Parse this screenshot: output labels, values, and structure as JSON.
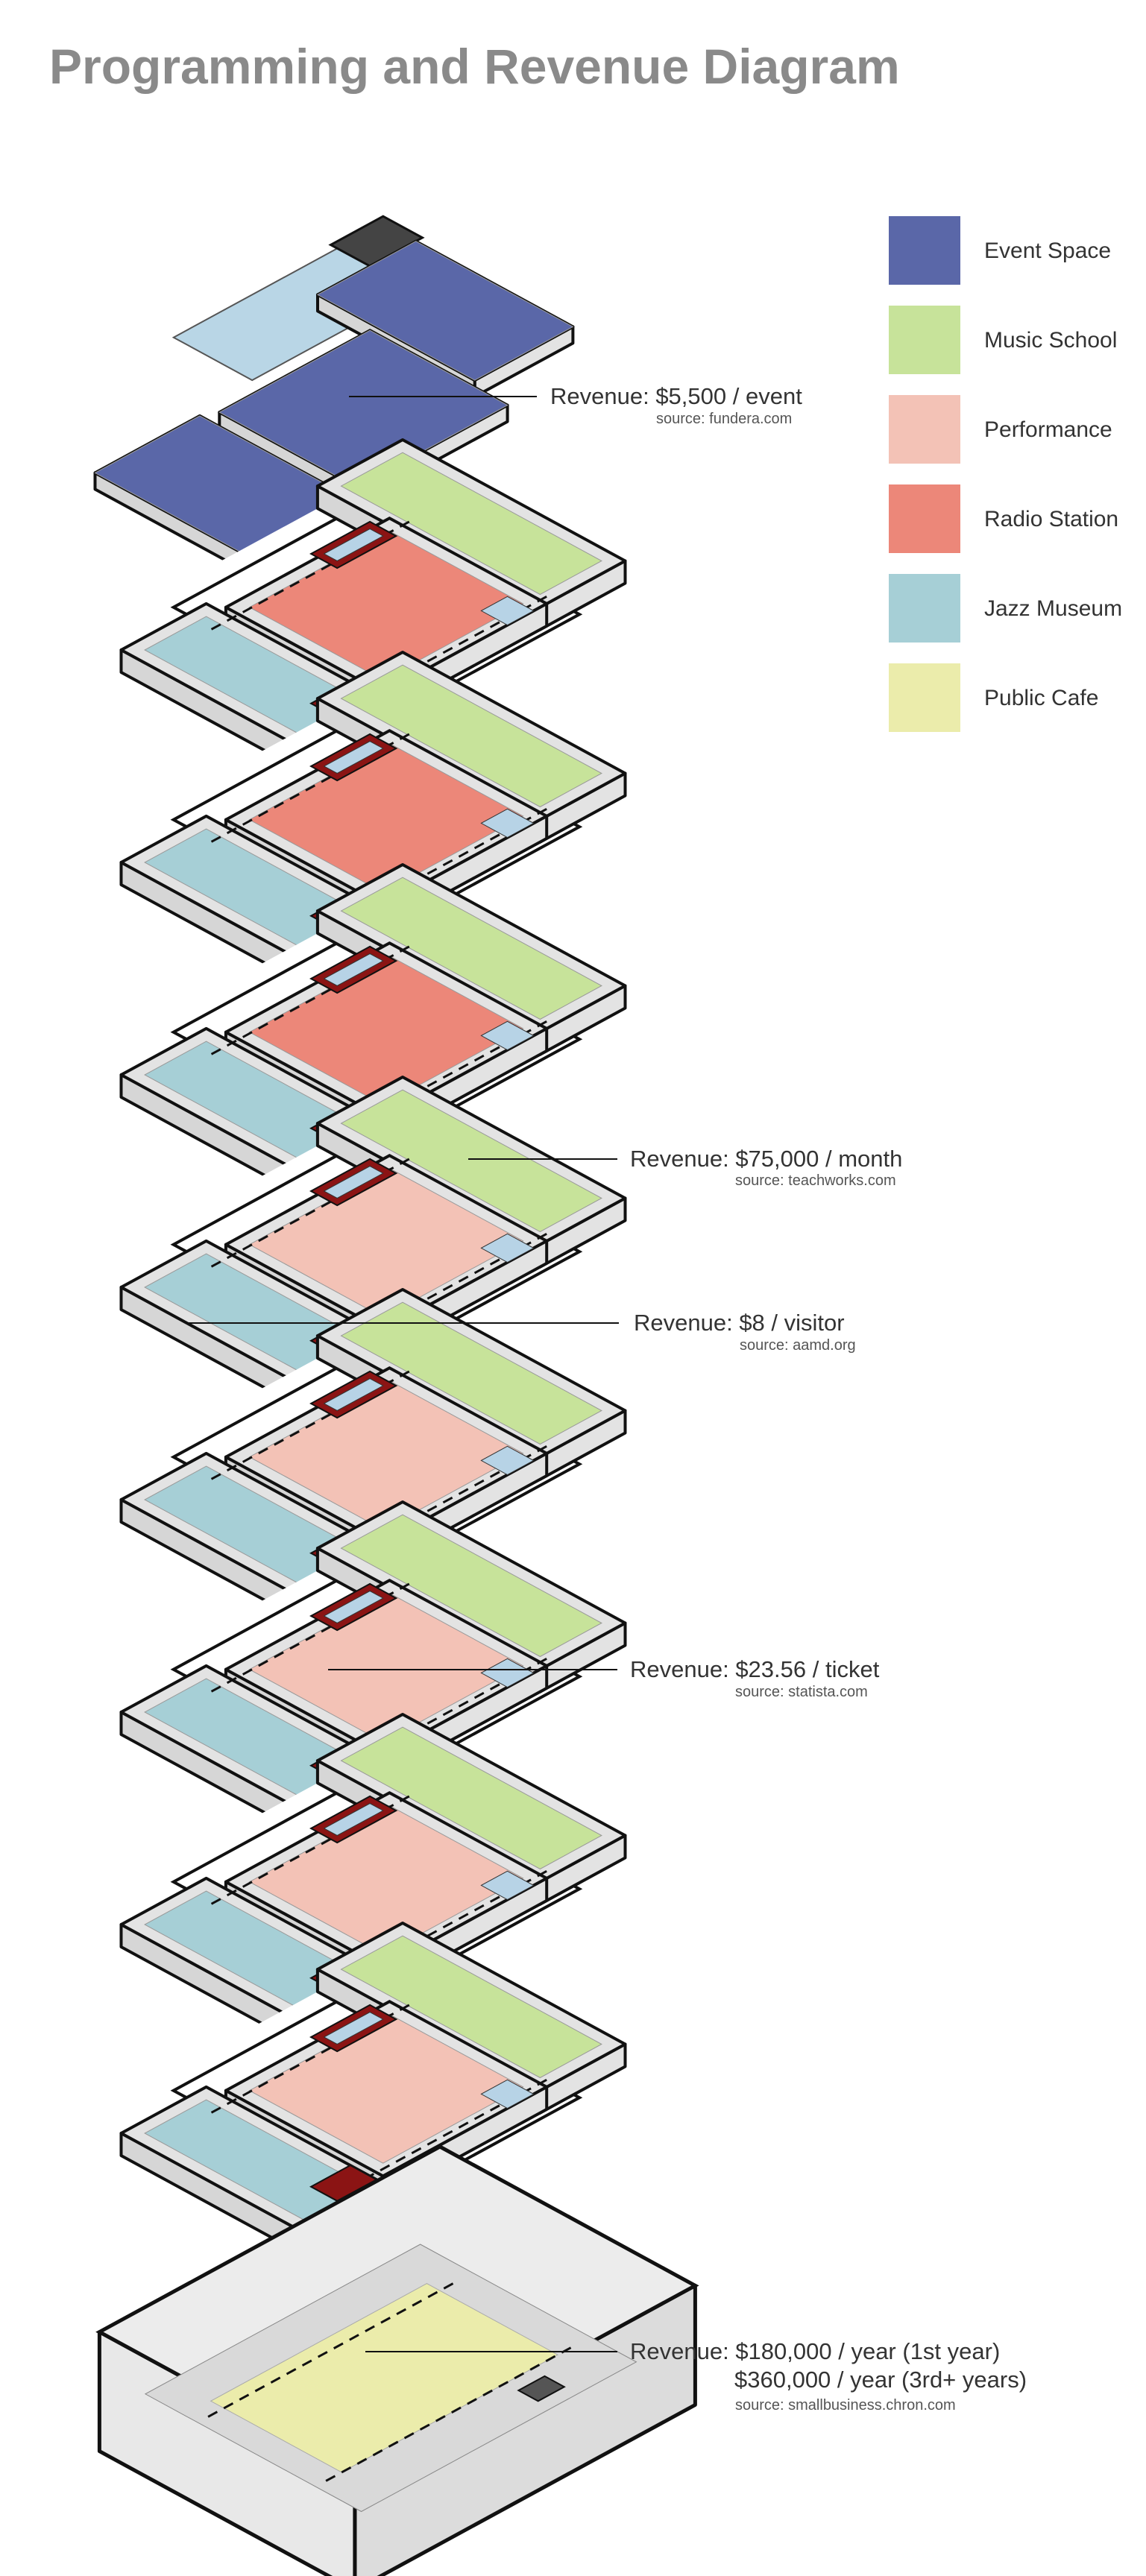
{
  "title": "Programming and Revenue Diagram",
  "legend": [
    {
      "label": "Event Space",
      "color": "#5a67a8"
    },
    {
      "label": "Music School",
      "color": "#c7e39a"
    },
    {
      "label": "Performance",
      "color": "#f3c2b6"
    },
    {
      "label": "Radio Station",
      "color": "#ec8779"
    },
    {
      "label": "Jazz Museum",
      "color": "#a6cfd6"
    },
    {
      "label": "Public Cafe",
      "color": "#ebecab"
    }
  ],
  "annotations": [
    {
      "revenue": "Revenue: $5,500 / event",
      "revenue2": "",
      "source": "source: fundera.com"
    },
    {
      "revenue": "Revenue: $75,000 / month",
      "revenue2": "",
      "source": "source: teachworks.com"
    },
    {
      "revenue": "Revenue: $8 / visitor",
      "revenue2": "",
      "source": "source: aamd.org"
    },
    {
      "revenue": "Revenue: $23.56 / ticket",
      "revenue2": "",
      "source": "source: statista.com"
    },
    {
      "revenue": "Revenue: $180,000 / year (1st year)",
      "revenue2": "$360,000 / year (3rd+ years)",
      "source": "source: smallbusiness.chron.com"
    }
  ],
  "floors": [
    {
      "center": "Radio Station",
      "right": "Music School",
      "left": "Jazz Museum"
    },
    {
      "center": "Radio Station",
      "right": "Music School",
      "left": "Jazz Museum"
    },
    {
      "center": "Radio Station",
      "right": "Music School",
      "left": "Jazz Museum"
    },
    {
      "center": "Performance",
      "right": "Music School",
      "left": "Jazz Museum"
    },
    {
      "center": "Performance",
      "right": "Music School",
      "left": "Jazz Museum"
    },
    {
      "center": "Performance",
      "right": "Music School",
      "left": "Jazz Museum"
    },
    {
      "center": "Performance",
      "right": "Music School",
      "left": "Jazz Museum"
    },
    {
      "center": "Performance",
      "right": "Music School",
      "left": "Jazz Museum"
    }
  ],
  "colors": {
    "wall_fill": "#e3e3e3",
    "wall_stroke": "#111111",
    "stair": "#8b1414",
    "stair_light": "#b7d3e6",
    "shadow": "#555555",
    "title": "#8a8a8a"
  }
}
